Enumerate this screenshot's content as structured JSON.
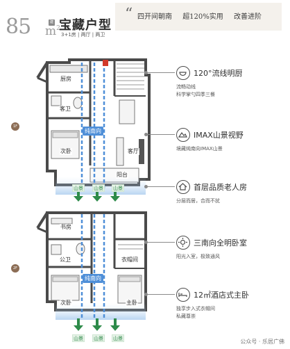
{
  "header": {
    "area_number": "85",
    "area_unit": "m",
    "area_sup": "2",
    "badge": "建面",
    "title": "宝藏户型",
    "subtitle": "3+1房 | 两厅 | 两卫",
    "slogans": [
      "四开间朝南",
      "超120%实用",
      "改善进阶"
    ]
  },
  "plans": {
    "floor_1": {
      "tag": "1F",
      "rooms": {
        "kitchen": "厨房",
        "guest_bath": "客卫",
        "second_bedroom": "次卧",
        "living_room": "客厅",
        "balcony": "阳台"
      },
      "south": "纯南向",
      "mountain": [
        "山景",
        "山景",
        "山景"
      ]
    },
    "floor_2": {
      "tag": "2F",
      "rooms": {
        "study": "书房",
        "public_bath": "公卫",
        "walk_in_closet": "衣帽间",
        "second_bedroom": "次卧",
        "master_bedroom": "主卧"
      },
      "south": "纯南向",
      "mountain": [
        "山景",
        "山景",
        "山景"
      ]
    }
  },
  "features": [
    {
      "icon": "bowl-icon",
      "title": "120°流线明厨",
      "desc": [
        "流畅动线",
        "科学掌勺四季三餐"
      ]
    },
    {
      "icon": "mountain-icon",
      "title": "IMAX山景视野",
      "desc": [
        "境藏纯南向IMAX山景"
      ]
    },
    {
      "icon": "house-icon",
      "title": "首层品质老人房",
      "desc": [
        "分层而居，合而不扰"
      ]
    },
    {
      "icon": "sun-icon",
      "title": "三南向全明卧室",
      "desc": [
        "阳光入室，极致通风"
      ]
    },
    {
      "icon": "bed-icon",
      "title": "12㎡酒店式主卧",
      "desc": [
        "独享步入式衣帽间",
        "私藏尊崇"
      ]
    }
  ],
  "footer": "公众号 · 乐居广佛",
  "colors": {
    "accent_brown": "#8c6d55",
    "south_blue": "#4f8fd8",
    "mountain_green": "#2e8b4a"
  }
}
